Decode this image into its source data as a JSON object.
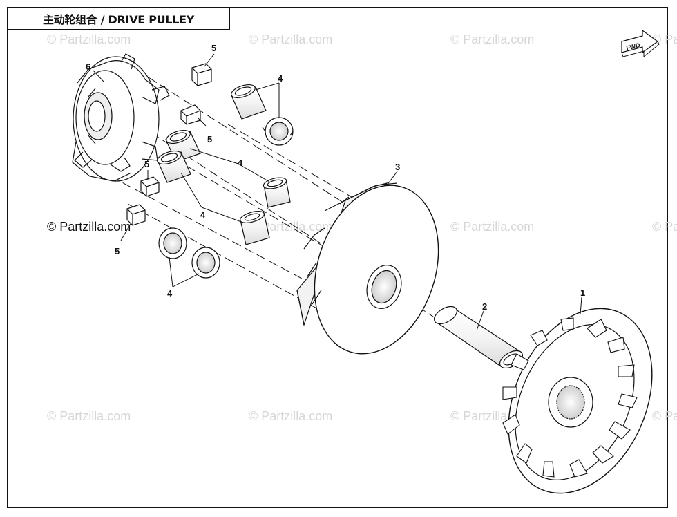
{
  "title": "主动轮组合 / DRIVE PULLEY",
  "watermarks": {
    "light": "© Partzilla.com",
    "main": "© Partzilla.com"
  },
  "direction_badge": "FWD",
  "callouts": {
    "c1": "1",
    "c2": "2",
    "c3": "3",
    "c4a": "4",
    "c4b": "4",
    "c4c": "4",
    "c4d": "4",
    "c5a": "5",
    "c5b": "5",
    "c5c": "5",
    "c5d": "5",
    "c6": "6"
  },
  "colors": {
    "line": "#111111",
    "watermark": "#d6d6d6"
  }
}
